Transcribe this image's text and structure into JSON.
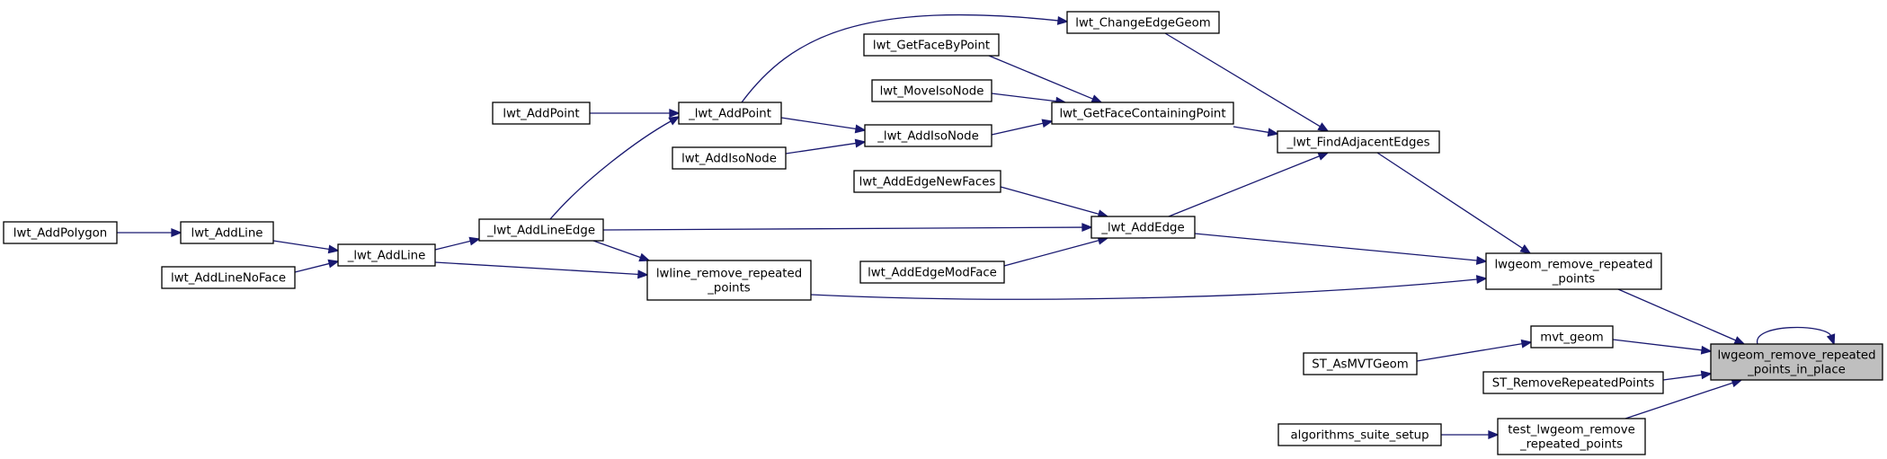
{
  "graph": {
    "focus_node": "lwgeom_remove_repeated_points_in_place",
    "nodes": [
      {
        "id": "lwt_AddPolygon",
        "lines": [
          "lwt_AddPolygon"
        ]
      },
      {
        "id": "lwt_AddLine",
        "lines": [
          "lwt_AddLine"
        ]
      },
      {
        "id": "lwt_AddLineNoFace",
        "lines": [
          "lwt_AddLineNoFace"
        ]
      },
      {
        "id": "_lwt_AddLine",
        "lines": [
          "_lwt_AddLine"
        ]
      },
      {
        "id": "lwt_AddPoint",
        "lines": [
          "lwt_AddPoint"
        ]
      },
      {
        "id": "lwt_AddIsoNode",
        "lines": [
          "lwt_AddIsoNode"
        ]
      },
      {
        "id": "_lwt_AddLineEdge",
        "lines": [
          "_lwt_AddLineEdge"
        ]
      },
      {
        "id": "_lwt_AddPoint",
        "lines": [
          "_lwt_AddPoint"
        ]
      },
      {
        "id": "lwline_remove_repeated_points",
        "lines": [
          "lwline_remove_repeated",
          "_points"
        ]
      },
      {
        "id": "lwt_GetFaceByPoint",
        "lines": [
          "lwt_GetFaceByPoint"
        ]
      },
      {
        "id": "lwt_MoveIsoNode",
        "lines": [
          "lwt_MoveIsoNode"
        ]
      },
      {
        "id": "_lwt_AddIsoNode",
        "lines": [
          "_lwt_AddIsoNode"
        ]
      },
      {
        "id": "lwt_AddEdgeNewFaces",
        "lines": [
          "lwt_AddEdgeNewFaces"
        ]
      },
      {
        "id": "lwt_AddEdgeModFace",
        "lines": [
          "lwt_AddEdgeModFace"
        ]
      },
      {
        "id": "lwt_ChangeEdgeGeom",
        "lines": [
          "lwt_ChangeEdgeGeom"
        ]
      },
      {
        "id": "lwt_GetFaceContainingPoint",
        "lines": [
          "lwt_GetFaceContainingPoint"
        ]
      },
      {
        "id": "_lwt_AddEdge",
        "lines": [
          "_lwt_AddEdge"
        ]
      },
      {
        "id": "_lwt_FindAdjacentEdges",
        "lines": [
          "_lwt_FindAdjacentEdges"
        ]
      },
      {
        "id": "lwgeom_remove_repeated_points",
        "lines": [
          "lwgeom_remove_repeated",
          "_points"
        ]
      },
      {
        "id": "ST_AsMVTGeom",
        "lines": [
          "ST_AsMVTGeom"
        ]
      },
      {
        "id": "mvt_geom",
        "lines": [
          "mvt_geom"
        ]
      },
      {
        "id": "ST_RemoveRepeatedPoints",
        "lines": [
          "ST_RemoveRepeatedPoints"
        ]
      },
      {
        "id": "algorithms_suite_setup",
        "lines": [
          "algorithms_suite_setup"
        ]
      },
      {
        "id": "test_lwgeom_remove_repeated_points",
        "lines": [
          "test_lwgeom_remove",
          "_repeated_points"
        ]
      },
      {
        "id": "lwgeom_remove_repeated_points_in_place",
        "lines": [
          "lwgeom_remove_repeated",
          "_points_in_place"
        ]
      }
    ],
    "edges": [
      {
        "from": "lwt_AddPolygon",
        "to": "lwt_AddLine"
      },
      {
        "from": "lwt_AddLine",
        "to": "_lwt_AddLine"
      },
      {
        "from": "lwt_AddLineNoFace",
        "to": "_lwt_AddLine"
      },
      {
        "from": "_lwt_AddLine",
        "to": "_lwt_AddLineEdge"
      },
      {
        "from": "_lwt_AddLine",
        "to": "lwline_remove_repeated_points"
      },
      {
        "from": "lwt_AddPoint",
        "to": "_lwt_AddPoint"
      },
      {
        "from": "_lwt_AddLineEdge",
        "to": "_lwt_AddPoint"
      },
      {
        "from": "_lwt_AddLineEdge",
        "to": "_lwt_AddEdge"
      },
      {
        "from": "_lwt_AddLineEdge",
        "to": "lwline_remove_repeated_points"
      },
      {
        "from": "_lwt_AddPoint",
        "to": "lwt_ChangeEdgeGeom"
      },
      {
        "from": "_lwt_AddPoint",
        "to": "_lwt_AddIsoNode"
      },
      {
        "from": "lwt_AddIsoNode",
        "to": "_lwt_AddIsoNode"
      },
      {
        "from": "_lwt_AddIsoNode",
        "to": "lwt_GetFaceContainingPoint"
      },
      {
        "from": "lwt_GetFaceByPoint",
        "to": "lwt_GetFaceContainingPoint"
      },
      {
        "from": "lwt_MoveIsoNode",
        "to": "lwt_GetFaceContainingPoint"
      },
      {
        "from": "lwt_AddEdgeNewFaces",
        "to": "_lwt_AddEdge"
      },
      {
        "from": "lwt_AddEdgeModFace",
        "to": "_lwt_AddEdge"
      },
      {
        "from": "lwt_ChangeEdgeGeom",
        "to": "_lwt_FindAdjacentEdges"
      },
      {
        "from": "lwt_GetFaceContainingPoint",
        "to": "_lwt_FindAdjacentEdges"
      },
      {
        "from": "_lwt_AddEdge",
        "to": "_lwt_FindAdjacentEdges"
      },
      {
        "from": "_lwt_AddEdge",
        "to": "lwgeom_remove_repeated_points"
      },
      {
        "from": "lwline_remove_repeated_points",
        "to": "lwgeom_remove_repeated_points"
      },
      {
        "from": "_lwt_FindAdjacentEdges",
        "to": "lwgeom_remove_repeated_points"
      },
      {
        "from": "lwgeom_remove_repeated_points",
        "to": "lwgeom_remove_repeated_points_in_place"
      },
      {
        "from": "ST_AsMVTGeom",
        "to": "mvt_geom"
      },
      {
        "from": "mvt_geom",
        "to": "lwgeom_remove_repeated_points_in_place"
      },
      {
        "from": "ST_RemoveRepeatedPoints",
        "to": "lwgeom_remove_repeated_points_in_place"
      },
      {
        "from": "algorithms_suite_setup",
        "to": "test_lwgeom_remove_repeated_points"
      },
      {
        "from": "test_lwgeom_remove_repeated_points",
        "to": "lwgeom_remove_repeated_points_in_place"
      },
      {
        "from": "lwgeom_remove_repeated_points_in_place",
        "to": "lwgeom_remove_repeated_points_in_place"
      }
    ],
    "colors": {
      "edge": "#191970",
      "node_border": "#000000",
      "node_fill": "#ffffff",
      "focus_fill": "#bfbfbf"
    }
  }
}
